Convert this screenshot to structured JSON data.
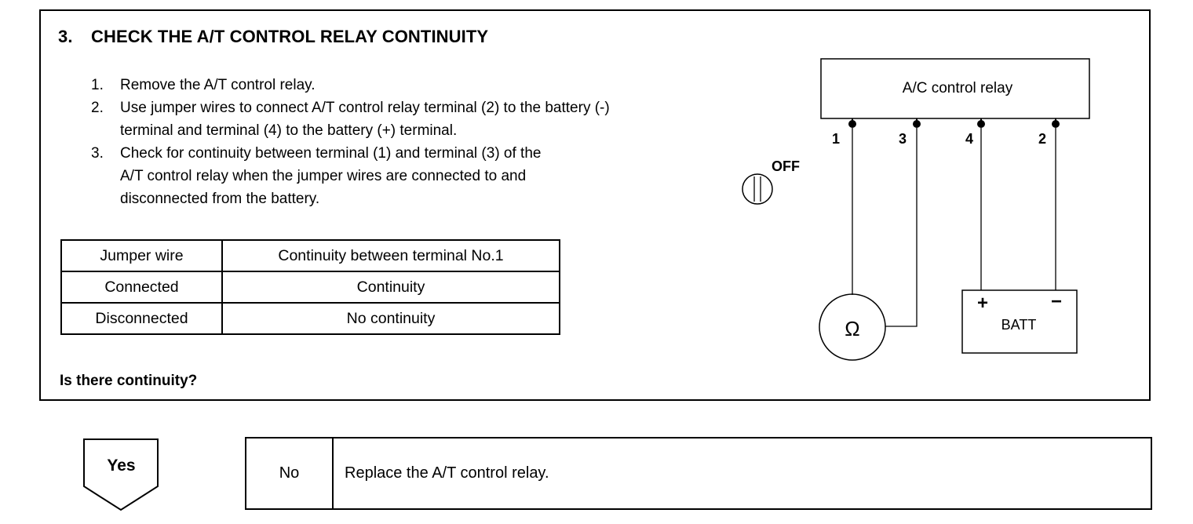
{
  "step": {
    "number": "3.",
    "title": "CHECK THE A/T CONTROL RELAY CONTINUITY",
    "instructions": [
      {
        "num": "1.",
        "lines": [
          "Remove the A/T control relay."
        ]
      },
      {
        "num": "2.",
        "lines": [
          "Use jumper wires to connect A/T control relay terminal (2) to the battery (-)",
          "terminal and terminal (4) to the battery (+) terminal."
        ]
      },
      {
        "num": "3.",
        "lines": [
          "Check for continuity between terminal (1) and terminal (3) of the",
          "A/T control relay when the jumper wires are connected to and",
          "disconnected from the battery."
        ]
      }
    ]
  },
  "table": {
    "headers": [
      "Jumper wire",
      "Continuity between terminal No.1"
    ],
    "rows": [
      [
        "Connected",
        "Continuity"
      ],
      [
        "Disconnected",
        "No continuity"
      ]
    ]
  },
  "question": "Is there continuity?",
  "diagram": {
    "relay_label": "A/C control relay",
    "terminals": [
      "1",
      "3",
      "4",
      "2"
    ],
    "switch_label": "OFF",
    "ohmmeter_symbol": "Ω",
    "battery_label": "BATT",
    "battery_plus": "+",
    "battery_minus": "−"
  },
  "answers": {
    "yes_label": "Yes",
    "no_label": "No",
    "no_action": "Replace the A/T control relay."
  }
}
